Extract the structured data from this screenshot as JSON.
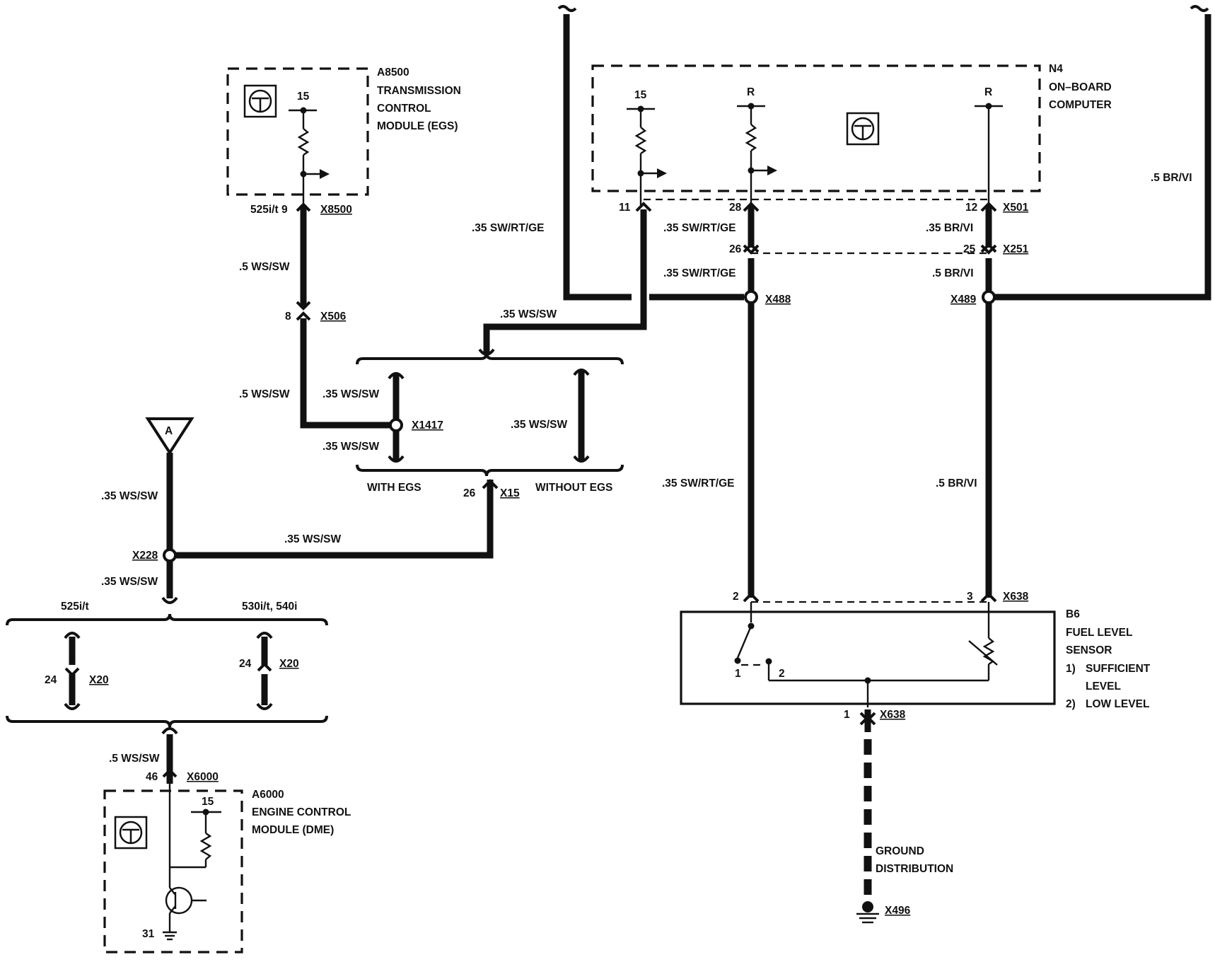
{
  "components": {
    "a8500": {
      "ref": "A8500",
      "line1": "TRANSMISSION",
      "line2": "CONTROL",
      "line3": "MODULE (EGS)",
      "pin": "15"
    },
    "n4": {
      "ref": "N4",
      "line1": "ON–BOARD",
      "line2": "COMPUTER",
      "pin_15": "15",
      "pin_r1": "R",
      "pin_r2": "R"
    },
    "a6000": {
      "ref": "A6000",
      "line1": "ENGINE CONTROL",
      "line2": "MODULE (DME)",
      "pin_15": "15",
      "pin_31": "31"
    },
    "b6": {
      "ref": "B6",
      "line1": "FUEL LEVEL",
      "line2": "SENSOR",
      "n1": "1)",
      "item1a": "SUFFICIENT",
      "item1b": "LEVEL",
      "n2": "2)",
      "item2": "LOW LEVEL",
      "sw_pin1": "1",
      "sw_pin2": "2"
    }
  },
  "connectors": {
    "x8500": "X8500",
    "x506": "X506",
    "x1417": "X1417",
    "x15": "X15",
    "x228": "X228",
    "x20_a": "X20",
    "x20_b": "X20",
    "x6000": "X6000",
    "x501": "X501",
    "x251": "X251",
    "x488": "X488",
    "x489": "X489",
    "x638_top": "X638",
    "x638_bot": "X638",
    "x496": "X496"
  },
  "pins": {
    "p525_9": "525i/t 9",
    "p8": "8",
    "p26_x15": "26",
    "p24_a": "24",
    "p24_b": "24",
    "p46": "46",
    "p11": "11",
    "p28": "28",
    "p26_x251": "26",
    "p12": "12",
    "p25": "25",
    "p2": "2",
    "p3": "3",
    "p1": "1"
  },
  "wires": {
    "w_ws_sw_5a": ".5 WS/SW",
    "w_ws_sw_5b": ".5 WS/SW",
    "w_ws_sw_35_x1417_top": ".35 WS/SW",
    "w_ws_sw_35_x1417_bot": ".35 WS/SW",
    "w_ws_sw_35_without": ".35 WS/SW",
    "w_ws_sw_35_top": ".35 WS/SW",
    "w_ws_sw_35_x15": ".35 WS/SW",
    "w_ws_sw_35_a": ".35 WS/SW",
    "w_ws_sw_35_x228": ".35 WS/SW",
    "w_ws_sw_5_x6000": ".5 WS/SW",
    "w_sw_rt_ge_left": ".35 SW/RT/GE",
    "w_sw_rt_ge_28": ".35 SW/RT/GE",
    "w_sw_rt_ge_26": ".35 SW/RT/GE",
    "w_sw_rt_ge_low": ".35 SW/RT/GE",
    "w_br_vi_right": ".5 BR/VI",
    "w_br_vi_35": ".35 BR/VI",
    "w_br_vi_5a": ".5 BR/VI",
    "w_br_vi_5b": ".5 BR/VI"
  },
  "options": {
    "with_egs": "WITH EGS",
    "without_egs": "WITHOUT EGS",
    "m525": "525i/t",
    "m530": "530i/t, 540i"
  },
  "labels": {
    "ground1": "GROUND",
    "ground2": "DISTRIBUTION",
    "ref_a": "A"
  }
}
